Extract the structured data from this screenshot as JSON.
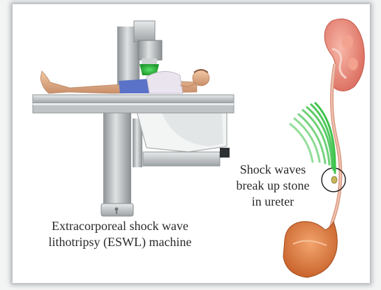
{
  "labels": {
    "machine_line1": "Extracorporeal shock wave",
    "machine_line2": "lithotripsy (ESWL) machine",
    "waves_line1": "Shock waves",
    "waves_line2": "break up stone",
    "waves_line3": "in ureter"
  },
  "colors": {
    "frame_shadow": "#7a8287",
    "machine_gray": "#b8bcbe",
    "wave_green": "#3cc24a",
    "kidney_pink": "#e98a7a",
    "bladder_orange": "#d8743c"
  }
}
